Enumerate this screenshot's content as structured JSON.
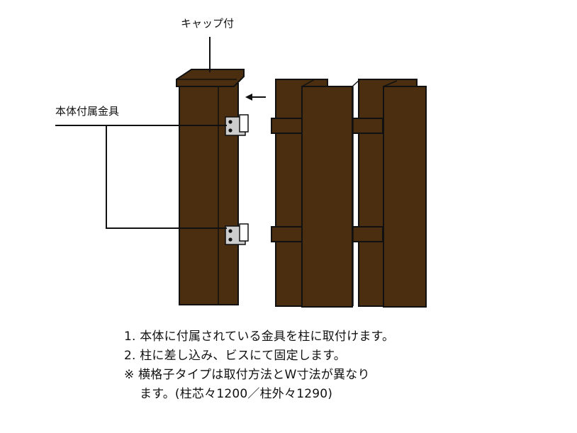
{
  "labels": {
    "cap": "キャップ付",
    "bracket": "本体付属金具"
  },
  "notes": {
    "step1": "1. 本体に付属されている金具を柱に取付けます。",
    "step2": "2. 柱に差し込み、ビスにて固定します。",
    "remark_line1": "※ 横格子タイプは取付方法とW寸法が異なり",
    "remark_line2": "ます。(柱芯々1200／柱外々1290)"
  },
  "colors": {
    "wood": "#4a2e0f",
    "wood_dark": "#2e1b06",
    "outline": "#111111",
    "bracket": "#cccccc"
  },
  "icons": {
    "arrow": "arrow-left-icon"
  }
}
